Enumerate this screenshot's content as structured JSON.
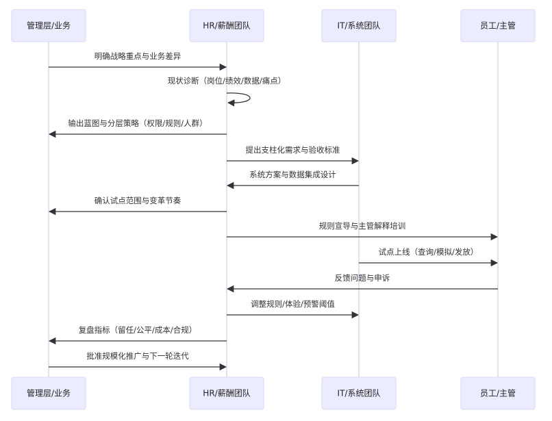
{
  "diagram": {
    "type": "sequence",
    "participants": [
      {
        "id": "mgmt",
        "label": "管理层/业务"
      },
      {
        "id": "hr",
        "label": "HR/薪酬团队"
      },
      {
        "id": "it",
        "label": "IT/系统团队"
      },
      {
        "id": "emp",
        "label": "员工/主管"
      }
    ],
    "messages": [
      {
        "from": "mgmt",
        "to": "hr",
        "label": "明确战略重点与业务差异"
      },
      {
        "from": "hr",
        "to": "hr",
        "label": "现状诊断（岗位/绩效/数据/痛点）"
      },
      {
        "from": "hr",
        "to": "mgmt",
        "label": "输出蓝图与分层策略（权限/规则/人群）"
      },
      {
        "from": "hr",
        "to": "it",
        "label": "提出支柱化需求与验收标准"
      },
      {
        "from": "it",
        "to": "hr",
        "label": "系统方案与数据集成设计"
      },
      {
        "from": "hr",
        "to": "mgmt",
        "label": "确认试点范围与变革节奏"
      },
      {
        "from": "hr",
        "to": "emp",
        "label": "规则宣导与主管解释培训"
      },
      {
        "from": "it",
        "to": "emp",
        "label": "试点上线（查询/模拟/发放）"
      },
      {
        "from": "emp",
        "to": "hr",
        "label": "反馈问题与申诉"
      },
      {
        "from": "hr",
        "to": "it",
        "label": "调整规则/体验/预警阈值"
      },
      {
        "from": "hr",
        "to": "mgmt",
        "label": "复盘指标（留任/公平/成本/合规）"
      },
      {
        "from": "mgmt",
        "to": "hr",
        "label": "批准规模化推广与下一轮迭代"
      }
    ],
    "colors": {
      "actor_fill": "#ECECFF",
      "actor_border": "#DCD7F5",
      "lifeline": "#D3CDEF",
      "message": "#333333"
    }
  }
}
